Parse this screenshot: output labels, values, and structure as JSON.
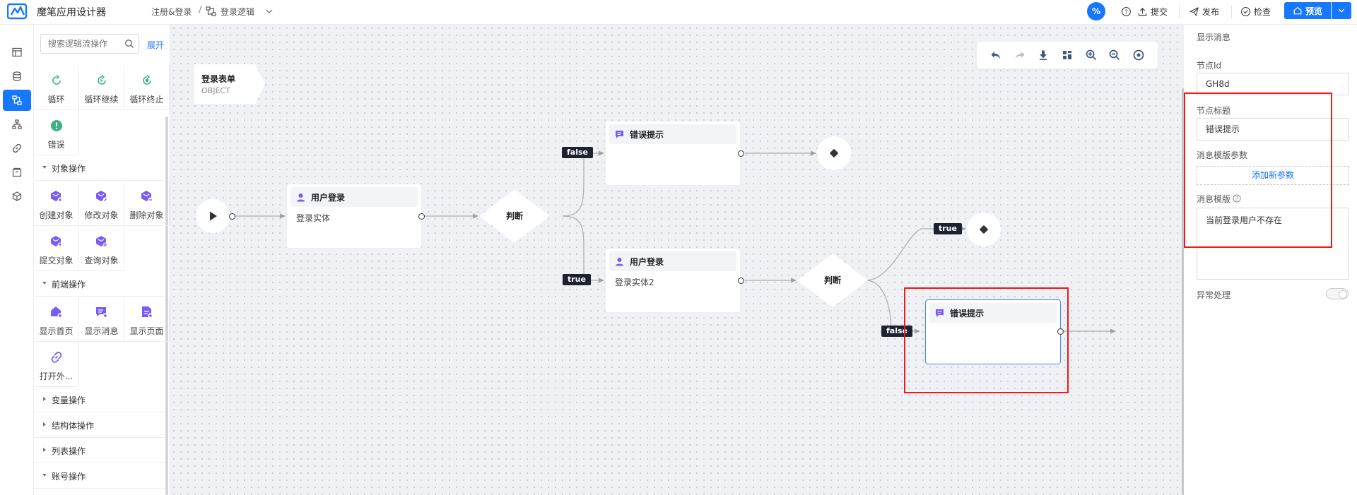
{
  "header": {
    "app_title": "魔笔应用设计器",
    "breadcrumb": [
      "注册&登录",
      "登录逻辑"
    ],
    "breadcrumb_sep": "/",
    "badge_text": "%",
    "actions": [
      "提交",
      "发布",
      "检查"
    ],
    "preview_label": "预览"
  },
  "palette": {
    "search_placeholder": "搜索逻辑流操作",
    "expand_label": "展开",
    "loop_items": [
      {
        "label": "循环",
        "icon": "loop-icon"
      },
      {
        "label": "循环继续",
        "icon": "loop-continue-icon"
      },
      {
        "label": "循环终止",
        "icon": "loop-stop-icon"
      },
      {
        "label": "错误",
        "icon": "error-icon"
      }
    ],
    "categories": [
      {
        "label": "对象操作",
        "expanded": true,
        "items": [
          "创建对象",
          "修改对象",
          "删除对象",
          "提交对象",
          "查询对象"
        ]
      },
      {
        "label": "前端操作",
        "expanded": true,
        "items": [
          "显示首页",
          "显示消息",
          "显示页面",
          "打开外..."
        ]
      },
      {
        "label": "变量操作",
        "expanded": false
      },
      {
        "label": "结构体操作",
        "expanded": false
      },
      {
        "label": "列表操作",
        "expanded": false
      },
      {
        "label": "账号操作",
        "expanded": true
      }
    ]
  },
  "canvas": {
    "form_tag": {
      "title": "登录表单",
      "subtitle": "OBJECT"
    },
    "nodes": {
      "login1": {
        "title": "用户登录",
        "body": "登录实体"
      },
      "error1": {
        "title": "错误提示",
        "body": ""
      },
      "login2": {
        "title": "用户登录",
        "body": "登录实体2"
      },
      "error2": {
        "title": "错误提示",
        "body": ""
      }
    },
    "decisions": [
      "判断",
      "判断"
    ],
    "edge_labels": {
      "false_top": "false",
      "true_mid": "true",
      "true_right": "true",
      "false_bottom": "false"
    }
  },
  "props": {
    "panel_title": "显示消息",
    "node_id_label": "节点Id",
    "node_id_value": "GH8d",
    "node_title_label": "节点标题",
    "node_title_value": "错误提示",
    "params_label": "消息模版参数",
    "add_param_label": "添加新参数",
    "template_label": "消息模版",
    "template_value": "当前登录用户不存在",
    "exception_label": "异常处理",
    "exception_enabled": false
  },
  "colors": {
    "accent": "#1677ff",
    "node_icon": "#7a5af8",
    "highlight": "#f01818",
    "edge_tag_bg": "#1c2230"
  }
}
